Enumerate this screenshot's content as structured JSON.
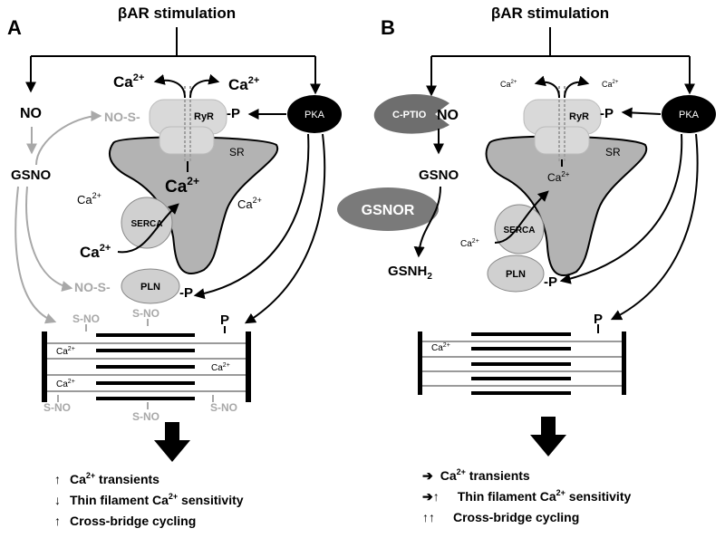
{
  "panelA": {
    "letter": "A",
    "title": "βAR stimulation",
    "no": "NO",
    "nos_ryr": "NO-S-",
    "gsno": "GSNO",
    "ryr": "RyR",
    "ryr_p": "-P",
    "pka": "PKA",
    "sr": "SR",
    "ca_left_base": "Ca",
    "ca_left_sup": "2+",
    "ca_right_base": "Ca",
    "ca_right_sup": "2+",
    "ca_sr_base": "Ca",
    "ca_sr_sup": "2+",
    "ca_cyto_left_base": "Ca",
    "ca_cyto_left_sup": "2+",
    "ca_cyto_right_base": "Ca",
    "ca_cyto_right_sup": "2+",
    "serca": "SERCA",
    "ca_serca_base": "Ca",
    "ca_serca_sup": "2+",
    "nos_pln": "NO-S-",
    "pln": "PLN",
    "pln_p": "-P",
    "sno_1": "S-NO",
    "sno_2": "S-NO",
    "sno_3": "S-NO",
    "sno_4": "S-NO",
    "sno_5": "S-NO",
    "sarc_p": "P",
    "sarc_ca1_base": "Ca",
    "sarc_ca1_sup": "2+",
    "sarc_ca2_base": "Ca",
    "sarc_ca2_sup": "2+",
    "sarc_ca3_base": "Ca",
    "sarc_ca3_sup": "2+",
    "effects": [
      {
        "arrow": "↑",
        "text": "Ca",
        "sup": "2+",
        "rest": " transients"
      },
      {
        "arrow": "↓",
        "text": "Thin filament Ca",
        "sup": "2+",
        "rest": " sensitivity"
      },
      {
        "arrow": "↑",
        "text": "Cross-bridge cycling",
        "sup": "",
        "rest": ""
      }
    ]
  },
  "panelB": {
    "letter": "B",
    "title": "βAR stimulation",
    "cptio": "C-PTIO",
    "no": "NO",
    "gsno": "GSNO",
    "gsnor": "GSNOR",
    "gsnh2_base": "GSNH",
    "gsnh2_sub": "2",
    "ryr": "RyR",
    "ryr_p": "-P",
    "pka": "PKA",
    "sr": "SR",
    "ca_left_base": "Ca",
    "ca_left_sup": "2+",
    "ca_right_base": "Ca",
    "ca_right_sup": "2+",
    "ca_sr_base": "Ca",
    "ca_sr_sup": "2+",
    "serca": "SERCA",
    "ca_serca_base": "Ca",
    "ca_serca_sup": "2+",
    "pln": "PLN",
    "pln_p": "-P",
    "sarc_p": "P",
    "sarc_ca_base": "Ca",
    "sarc_ca_sup": "2+",
    "effects": [
      {
        "arrow": "➔",
        "text": "Ca",
        "sup": "2+",
        "rest": " transients"
      },
      {
        "arrow": "➔↑",
        "text": "Thin filament Ca",
        "sup": "2+",
        "rest": " sensitivity"
      },
      {
        "arrow": "↑↑",
        "text": "Cross-bridge cycling",
        "sup": "",
        "rest": ""
      }
    ]
  },
  "colors": {
    "black": "#000000",
    "grey_text": "#a8a8a8",
    "ryr_fill": "#d9d9d9",
    "sr_fill": "#b3b3b3",
    "serca_fill": "#d0d0d0",
    "gsnor_fill": "#7a7a7a",
    "cptio_fill": "#6e6e6e",
    "filament_grey": "#9a9a9a"
  }
}
